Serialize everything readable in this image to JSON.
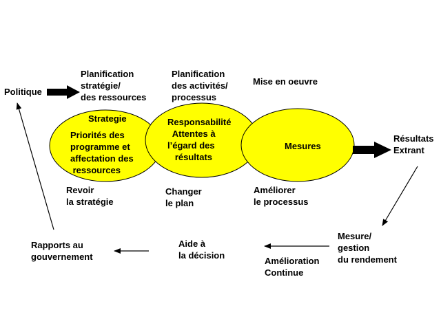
{
  "colors": {
    "ellipse_fill": "#ffff00",
    "stroke": "#000000",
    "background": "#ffffff"
  },
  "labels": {
    "politique": "Politique",
    "planif_strategie": "Planification\nstratégie/\ndes ressources",
    "planif_activites": "Planification\ndes activités/\nprocessus",
    "mise_en_oeuvre": "Mise en oeuvre",
    "strategie_title": "Strategie",
    "strategie_body": "Priorités des\nprogramme et\naffectation des\n ressources",
    "responsabilite": "Responsabilité\n  Attentes à\nl’égard des\n   résultats",
    "mesures": "Mesures",
    "resultats": "Résultats\nExtrant",
    "revoir": "Revoir\nla stratégie",
    "changer": "Changer\nle plan",
    "ameliorer": "Améliorer\nle processus",
    "rapports": "Rapports au\ngouvernement",
    "aide": "Aide à\nla décision",
    "amelioration": "Amélioration\nContinue",
    "mesure_gestion": "Mesure/\ngestion\ndu rendement"
  }
}
